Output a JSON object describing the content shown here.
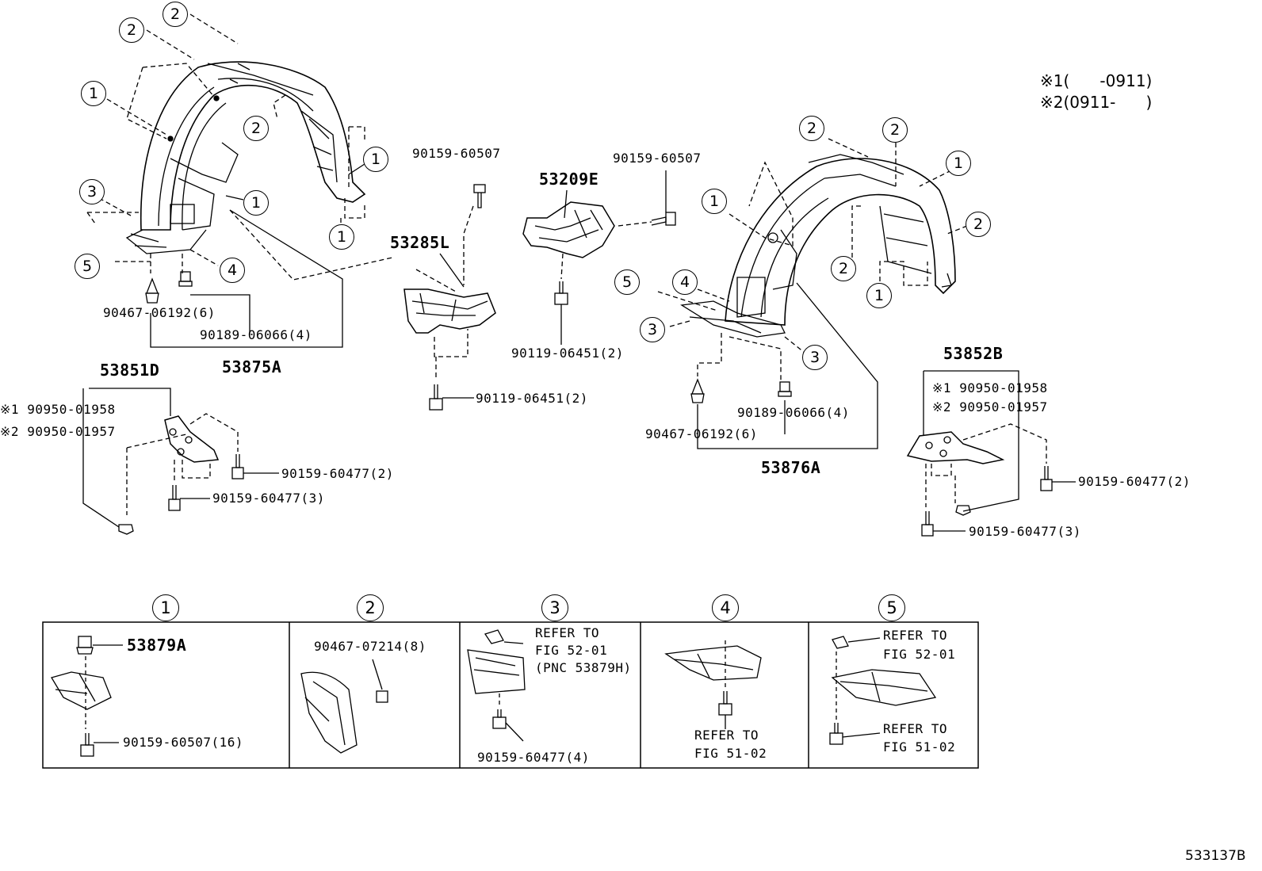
{
  "notes": {
    "note1_mark": "※1",
    "note1_range": "(      -0911)",
    "note2_mark": "※2",
    "note2_range": "(0911-      )"
  },
  "callouts": {
    "c1": "1",
    "c2": "2",
    "c3": "3",
    "c4": "4",
    "c5": "5"
  },
  "left_liner": {
    "assembly": "53875A",
    "clip": "90467-06192(6)",
    "nut": "90189-06066(4)"
  },
  "left_upper_bracket": {
    "part": "53285L",
    "screw": "90159-60507",
    "bolt": "90119-06451(2)"
  },
  "right_upper_bracket": {
    "part": "53209E",
    "screw": "90159-60507",
    "bolt": "90119-06451(2)"
  },
  "right_liner": {
    "assembly": "53876A",
    "clip": "90467-06192(6)",
    "nut": "90189-06066(4)"
  },
  "left_bracket": {
    "part": "53851D",
    "nut_note1_mark": "※1",
    "nut_note1": "90950-01958",
    "nut_note2_mark": "※2",
    "nut_note2": "90950-01957",
    "screw_a": "90159-60477(2)",
    "screw_b": "90159-60477(3)"
  },
  "right_bracket": {
    "part": "53852B",
    "nut_note1_mark": "※1",
    "nut_note1": "90950-01958",
    "nut_note2_mark": "※2",
    "nut_note2": "90950-01957",
    "screw_a": "90159-60477(2)",
    "screw_b": "90159-60477(3)"
  },
  "detail_panels": [
    {
      "label": "1",
      "part": "53879A",
      "screw": "90159-60507(16)"
    },
    {
      "label": "2",
      "clip": "90467-07214(8)"
    },
    {
      "label": "3",
      "ref": [
        "REFER TO",
        "FIG 52-01",
        "(PNC 53879H)"
      ],
      "screw": "90159-60477(4)"
    },
    {
      "label": "4",
      "ref": [
        "REFER TO",
        "FIG 51-02"
      ]
    },
    {
      "label": "5",
      "ref_top": [
        "REFER TO",
        "FIG 52-01"
      ],
      "ref_bottom": [
        "REFER TO",
        "FIG 51-02"
      ]
    }
  ],
  "figure_id": "533137B"
}
